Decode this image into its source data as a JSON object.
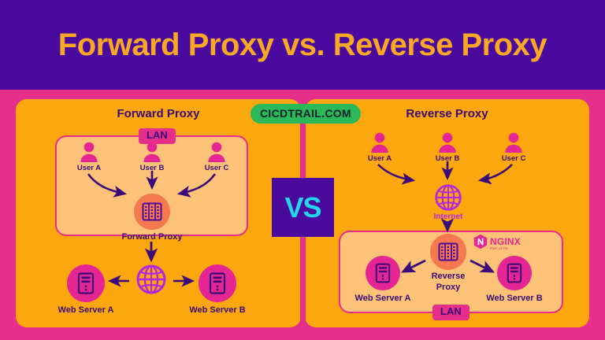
{
  "header": {
    "title": "Forward Proxy vs. Reverse Proxy",
    "bg_color": "#4a0a9e",
    "text_color": "#f9a826"
  },
  "brand_badge": {
    "label": "CICDTRAIL.COM",
    "bg_color": "#2ab858",
    "text_color": "#14212b"
  },
  "vs_badge": {
    "label": "VS",
    "bg_color": "#4a0a9e",
    "text_color": "#25d6ea"
  },
  "colors": {
    "pink_frame": "#e62e8b",
    "panel_orange": "#fca70d",
    "inner_box": "#fbc278",
    "purple_text": "#3a0a78",
    "magenta_icon": "#e62594",
    "coral_circle": "#f4794f",
    "globe_purple": "#b625e0"
  },
  "left_panel": {
    "title": "Forward Proxy",
    "lan_label": "LAN",
    "users": [
      {
        "label": "User A",
        "icon": "user-icon"
      },
      {
        "label": "User B",
        "icon": "user-icon"
      },
      {
        "label": "User C",
        "icon": "user-icon"
      }
    ],
    "proxy": {
      "label": "Forward Proxy",
      "icon": "server-rack-icon"
    },
    "internet": {
      "icon": "globe-icon"
    },
    "servers": [
      {
        "label": "Web Server A",
        "icon": "server-tower-icon"
      },
      {
        "label": "Web Server B",
        "icon": "server-tower-icon"
      }
    ]
  },
  "right_panel": {
    "title": "Reverse Proxy",
    "lan_label": "LAN",
    "users": [
      {
        "label": "User A",
        "icon": "user-icon"
      },
      {
        "label": "User B",
        "icon": "user-icon"
      },
      {
        "label": "User C",
        "icon": "user-icon"
      }
    ],
    "internet": {
      "label": "Internet",
      "icon": "globe-icon"
    },
    "proxy": {
      "label_line1": "Reverse",
      "label_line2": "Proxy",
      "icon": "server-rack-icon"
    },
    "nginx": {
      "name": "NGINX",
      "sub": "Part of F5",
      "icon": "nginx-hexagon-icon"
    },
    "servers": [
      {
        "label": "Web Server A",
        "icon": "server-tower-icon"
      },
      {
        "label": "Web Server B",
        "icon": "server-tower-icon"
      }
    ]
  }
}
